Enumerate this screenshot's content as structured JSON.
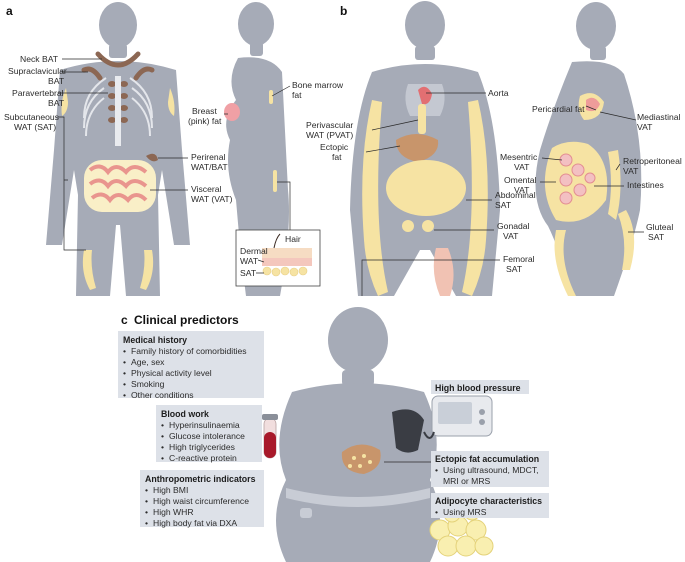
{
  "panels": {
    "a": "a",
    "b": "b",
    "c": "c"
  },
  "panel_a": {
    "front_labels": [
      "Neck BAT",
      "Supraclavicular",
      "BAT",
      "Paravertebral",
      "BAT",
      "Subcutaneous",
      "WAT (SAT)"
    ],
    "front_right_labels": [
      "Perirenal",
      "WAT/BAT",
      "Visceral",
      "WAT (VAT)"
    ],
    "side_labels": [
      "Bone marrow",
      "fat",
      "Breast",
      "(pink) fat"
    ],
    "inset_labels": [
      "Hair",
      "Dermal",
      "WAT",
      "SAT"
    ]
  },
  "panel_b": {
    "front_labels": [
      "Aorta",
      "Perivascular",
      "WAT (PVAT)",
      "Ectopic",
      "fat",
      "Abdominal",
      "SAT",
      "Gonadal",
      "VAT",
      "Femoral",
      "SAT"
    ],
    "side_labels": [
      "Pericardial fat",
      "Mediastinal",
      "VAT",
      "Mesentric",
      "VAT",
      "Retroperitoneal",
      "VAT",
      "Omental",
      "VAT",
      "Intestines",
      "Gluteal",
      "SAT"
    ]
  },
  "panel_c": {
    "title": "Clinical predictors",
    "medical_history": {
      "title": "Medical history",
      "items": [
        "Family history of comorbidities",
        "Age, sex",
        "Physical activity level",
        "Smoking",
        "Other conditions"
      ]
    },
    "blood_work": {
      "title": "Blood work",
      "items": [
        "Hyperinsulinaemia",
        "Glucose intolerance",
        "High triglycerides",
        "C-reactive protein"
      ]
    },
    "anthropometric": {
      "title": "Anthropometric indicators",
      "items": [
        "High BMI",
        "High waist circumference",
        "High WHR",
        "High body fat via DXA"
      ]
    },
    "blood_pressure": {
      "title": "High blood pressure"
    },
    "ectopic": {
      "title": "Ectopic fat accumulation",
      "items": [
        "Using ultrasound, MDCT,",
        "MRI or MRS"
      ]
    },
    "adipocyte": {
      "title": "Adipocyte characteristics",
      "items": [
        "Using MRS"
      ]
    }
  },
  "colors": {
    "body": "#a6abb7",
    "box": "#dde1e8",
    "fat": "#f6e3a3",
    "bat": "#8c6753",
    "gut": "#f2b9b3"
  }
}
